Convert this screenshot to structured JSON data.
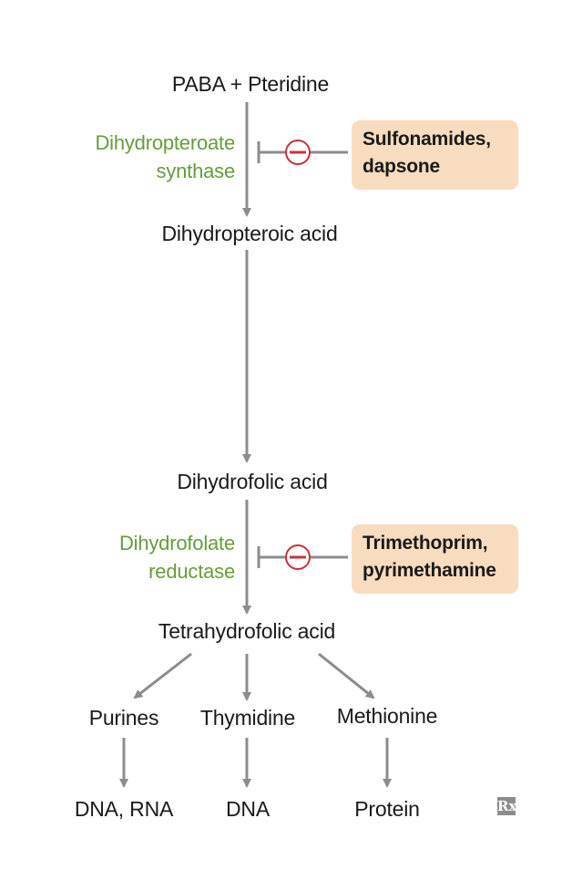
{
  "nodes": {
    "paba": "PABA + Pteridine",
    "dihydropteroic": "Dihydropteroic acid",
    "dihydrofolic": "Dihydrofolic acid",
    "tetrahydrofolic": "Tetrahydrofolic acid",
    "purines": "Purines",
    "thymidine": "Thymidine",
    "methionine": "Methionine",
    "dna_rna": "DNA, RNA",
    "dna": "DNA",
    "protein": "Protein"
  },
  "enzymes": {
    "synthase": [
      "Dihydropteroate",
      "synthase"
    ],
    "reductase": [
      "Dihydrofolate",
      "reductase"
    ]
  },
  "drugs": {
    "sulfonamides": [
      "Sulfonamides,",
      "dapsone"
    ],
    "trimethoprim": [
      "Trimethoprim,",
      "pyrimethamine"
    ]
  },
  "inhibition_symbol": "−",
  "badge": "Rx",
  "colors": {
    "enzyme_text": "#6a9a3e",
    "drug_box": "#f8dcc0",
    "arrow": "#8c8c8c",
    "inhibitor": "#c8323c"
  },
  "icons": {
    "inhibit": "minus-circle-icon",
    "badge": "rx-icon"
  }
}
